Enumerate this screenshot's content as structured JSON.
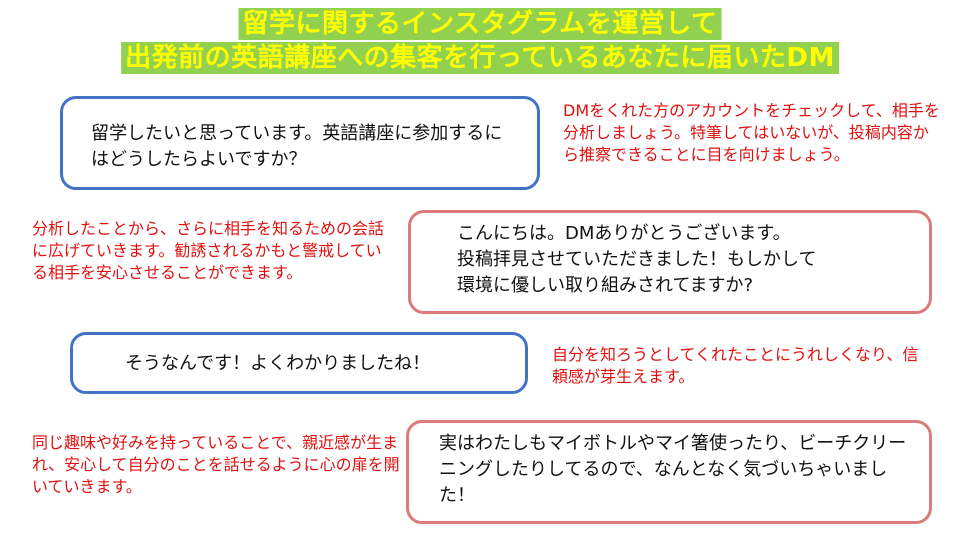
{
  "title": {
    "line1": "留学に関するインスタグラムを運営して",
    "line2": "出発前の英語講座への集客を行っているあなたに届いたDM"
  },
  "messages": [
    {
      "from": "prospect",
      "text": "留学したいと思っています。英語講座に参加するにはどうしたらよいですか？"
    },
    {
      "from": "you",
      "lines": [
        "こんにちは。DMありがとうございます。",
        "投稿拝見させていただきました！もしかして",
        "環境に優しい取り組みされてますか?"
      ]
    },
    {
      "from": "prospect",
      "text": "そうなんです！よくわかりましたね！"
    },
    {
      "from": "you",
      "text": "実はわたしもマイボトルやマイ箸使ったり、ビーチクリーニングしたりしてるので、なんとなく気づいちゃいました！"
    }
  ],
  "notes": [
    "DMをくれた方のアカウントをチェックして、相手を分析しましょう。特筆してはいないが、投稿内容から推察できることに目を向けましょう。",
    "分析したことから、さらに相手を知るための会話に広げていきます。勧誘されるかもと警戒している相手を安心させることができます。",
    "自分を知ろうとしてくれたことにうれしくなり、信頼感が芽生えます。",
    "同じ趣味や好みを持っていることで、親近感が生まれ、安心して自分のことを話せるように心の扉を開いていきます。"
  ],
  "colors": {
    "title_bg": "#92d050",
    "title_text": "#ffff00",
    "prospect_border": "#4472c4",
    "you_border": "#dc7b7b",
    "note_text": "#e01010"
  }
}
